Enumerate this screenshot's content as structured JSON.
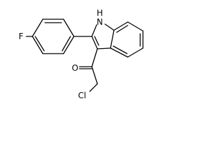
{
  "molecule": {
    "atoms": {
      "f": "F",
      "nh": "H",
      "n": "N",
      "o": "O",
      "cl": "Cl"
    }
  },
  "colors": {
    "bond": "#000000",
    "background": "#ffffff"
  }
}
